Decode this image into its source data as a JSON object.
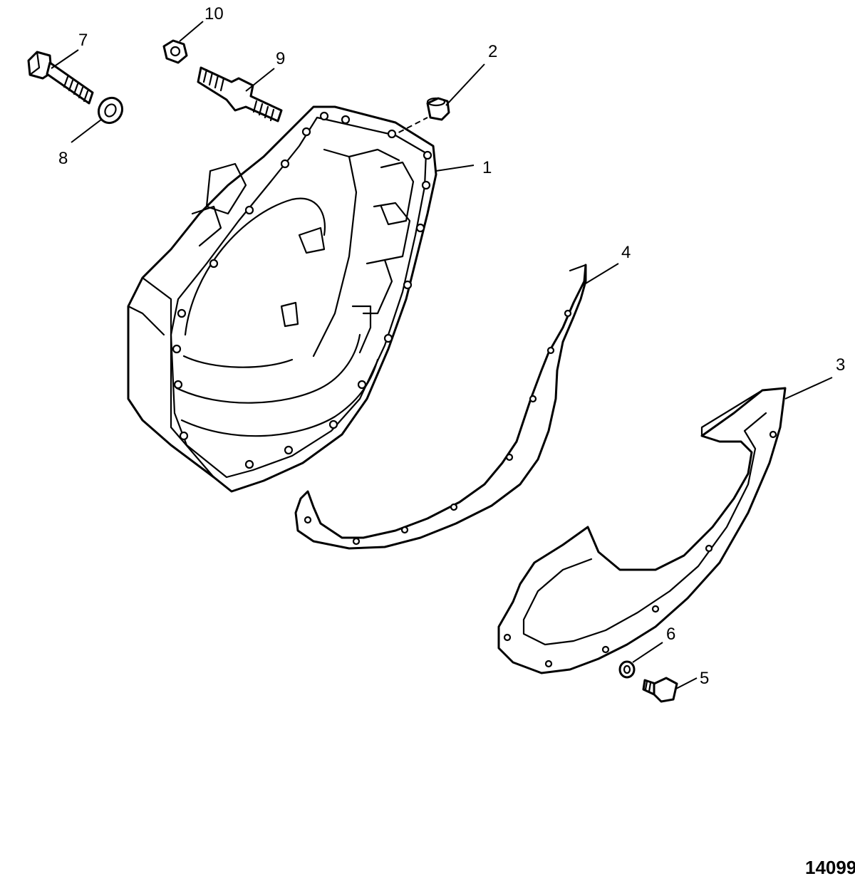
{
  "diagram": {
    "figure_number": "14099",
    "callouts": [
      {
        "id": "callout-1",
        "label": "1"
      },
      {
        "id": "callout-2",
        "label": "2"
      },
      {
        "id": "callout-3",
        "label": "3"
      },
      {
        "id": "callout-4",
        "label": "4"
      },
      {
        "id": "callout-5",
        "label": "5"
      },
      {
        "id": "callout-6",
        "label": "6"
      },
      {
        "id": "callout-7",
        "label": "7"
      },
      {
        "id": "callout-8",
        "label": "8"
      },
      {
        "id": "callout-9",
        "label": "9"
      },
      {
        "id": "callout-10",
        "label": "10"
      }
    ]
  }
}
